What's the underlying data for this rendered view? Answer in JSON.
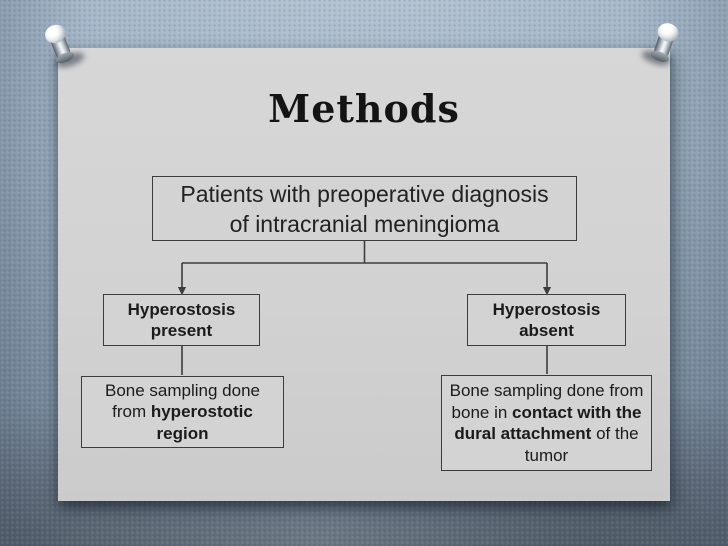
{
  "slide": {
    "title": "Methods",
    "theme": {
      "fabric_color": "#8da0b2",
      "paper_color": "#d3d3d3",
      "box_fill": "#d3d3d3",
      "box_border": "#3c3c3c",
      "connector_color": "#3d3d3d",
      "text_color": "#1b1b1b"
    },
    "decorations": {
      "pins": [
        {
          "icon": "pushpin-icon",
          "position": "top-left"
        },
        {
          "icon": "pushpin-icon",
          "position": "top-right"
        }
      ]
    },
    "flowchart": {
      "boxes": [
        {
          "id": "patients",
          "lines": [
            [
              {
                "t": "Patients with preoperative diagnosis"
              }
            ],
            [
              {
                "t": "of intracranial meningioma"
              }
            ]
          ]
        },
        {
          "id": "hyperostosis-present",
          "lines": [
            [
              {
                "t": "Hyperostosis",
                "b": true
              }
            ],
            [
              {
                "t": "present",
                "b": true
              }
            ]
          ]
        },
        {
          "id": "hyperostosis-absent",
          "lines": [
            [
              {
                "t": "Hyperostosis",
                "b": true
              }
            ],
            [
              {
                "t": "absent",
                "b": true
              }
            ]
          ]
        },
        {
          "id": "sampling-hyperostotic",
          "lines": [
            [
              {
                "t": "Bone sampling done"
              }
            ],
            [
              {
                "t": "from "
              },
              {
                "t": "hyperostotic",
                "b": true
              }
            ],
            [
              {
                "t": "region",
                "b": true
              }
            ]
          ]
        },
        {
          "id": "sampling-dural",
          "lines": [
            [
              {
                "t": "Bone sampling done from"
              }
            ],
            [
              {
                "t": "bone in "
              },
              {
                "t": "contact with the",
                "b": true
              }
            ],
            [
              {
                "t": "dural attachment",
                "b": true
              },
              {
                "t": " of the"
              }
            ],
            [
              {
                "t": "tumor"
              }
            ]
          ]
        }
      ]
    }
  }
}
